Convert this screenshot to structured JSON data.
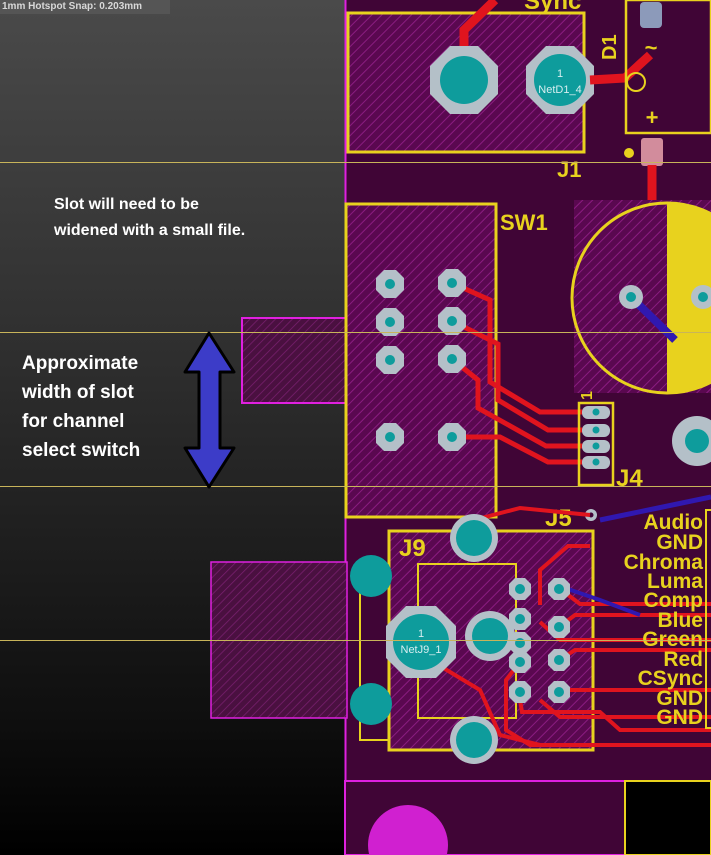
{
  "status_bar": {
    "text": "1mm Hotspot Snap: 0.203mm"
  },
  "annotations": {
    "slot_note": "Slot will need to be\nwidened with a small file.",
    "width_note": "Approximate\nwidth of slot\nfor channel\nselect switch"
  },
  "designators": {
    "sync": "Sync",
    "d1": "D1",
    "j1": "J1",
    "sw1": "SW1",
    "j4": "J4",
    "j4_pin1": "1",
    "j5": "J5",
    "j9": "J9"
  },
  "pads": {
    "netd1_pin": "1",
    "netd1_net": "NetD1_4",
    "netj9_pin": "1",
    "netj9_net": "NetJ9_1"
  },
  "diode_marks": {
    "tilde": "~",
    "plus": "+"
  },
  "j5_labels": [
    "Audio",
    "GND",
    "Chroma",
    "Luma",
    "Comp",
    "Blue",
    "Green",
    "Red",
    "CSync",
    "GND",
    "GND"
  ],
  "colors": {
    "pcb_background": "#400536",
    "silkscreen": "#e8d21e",
    "copper_top": "#e0141e",
    "pad": "#b4c0c8",
    "drill": "#0e9c9c",
    "keepout_outline": "#e020e0",
    "guide_line": "#c8b45a",
    "arrow": "#3c3cc8"
  }
}
